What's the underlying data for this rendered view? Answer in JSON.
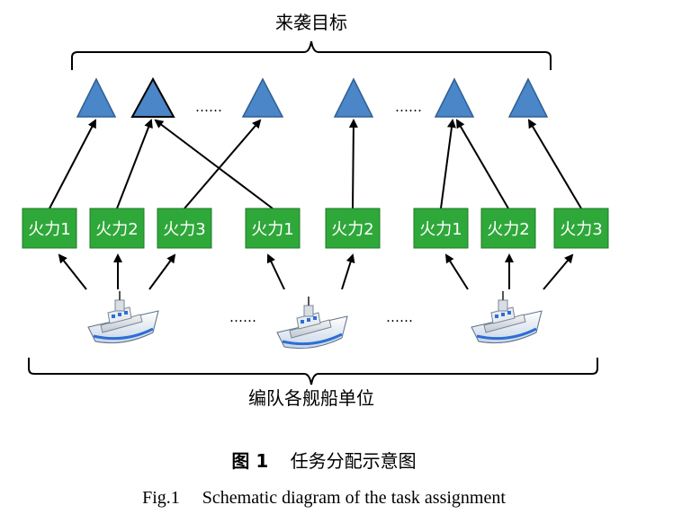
{
  "diagram": {
    "top_label": "来袭目标",
    "bottom_label": "编队各舰船单位",
    "ellipsis": "……",
    "targets_count": 6,
    "fire_units": [
      "火力1",
      "火力2",
      "火力3",
      "火力1",
      "火力2",
      "火力1",
      "火力2",
      "火力3"
    ],
    "colors": {
      "target_fill": "#4a86c8",
      "target_stroke": "#2e5f93",
      "fire_fill": "#2fa83a",
      "fire_stroke": "#1f7a27",
      "fire_text": "#ffffff",
      "arrow": "#000000",
      "ship_hull": "#ffffff",
      "ship_accent": "#2d6ed6"
    }
  },
  "caption": {
    "fig_label_cn": "图 1",
    "title_cn": "任务分配示意图",
    "fig_label_en": "Fig.1",
    "title_en": "Schematic diagram of the task assignment"
  }
}
